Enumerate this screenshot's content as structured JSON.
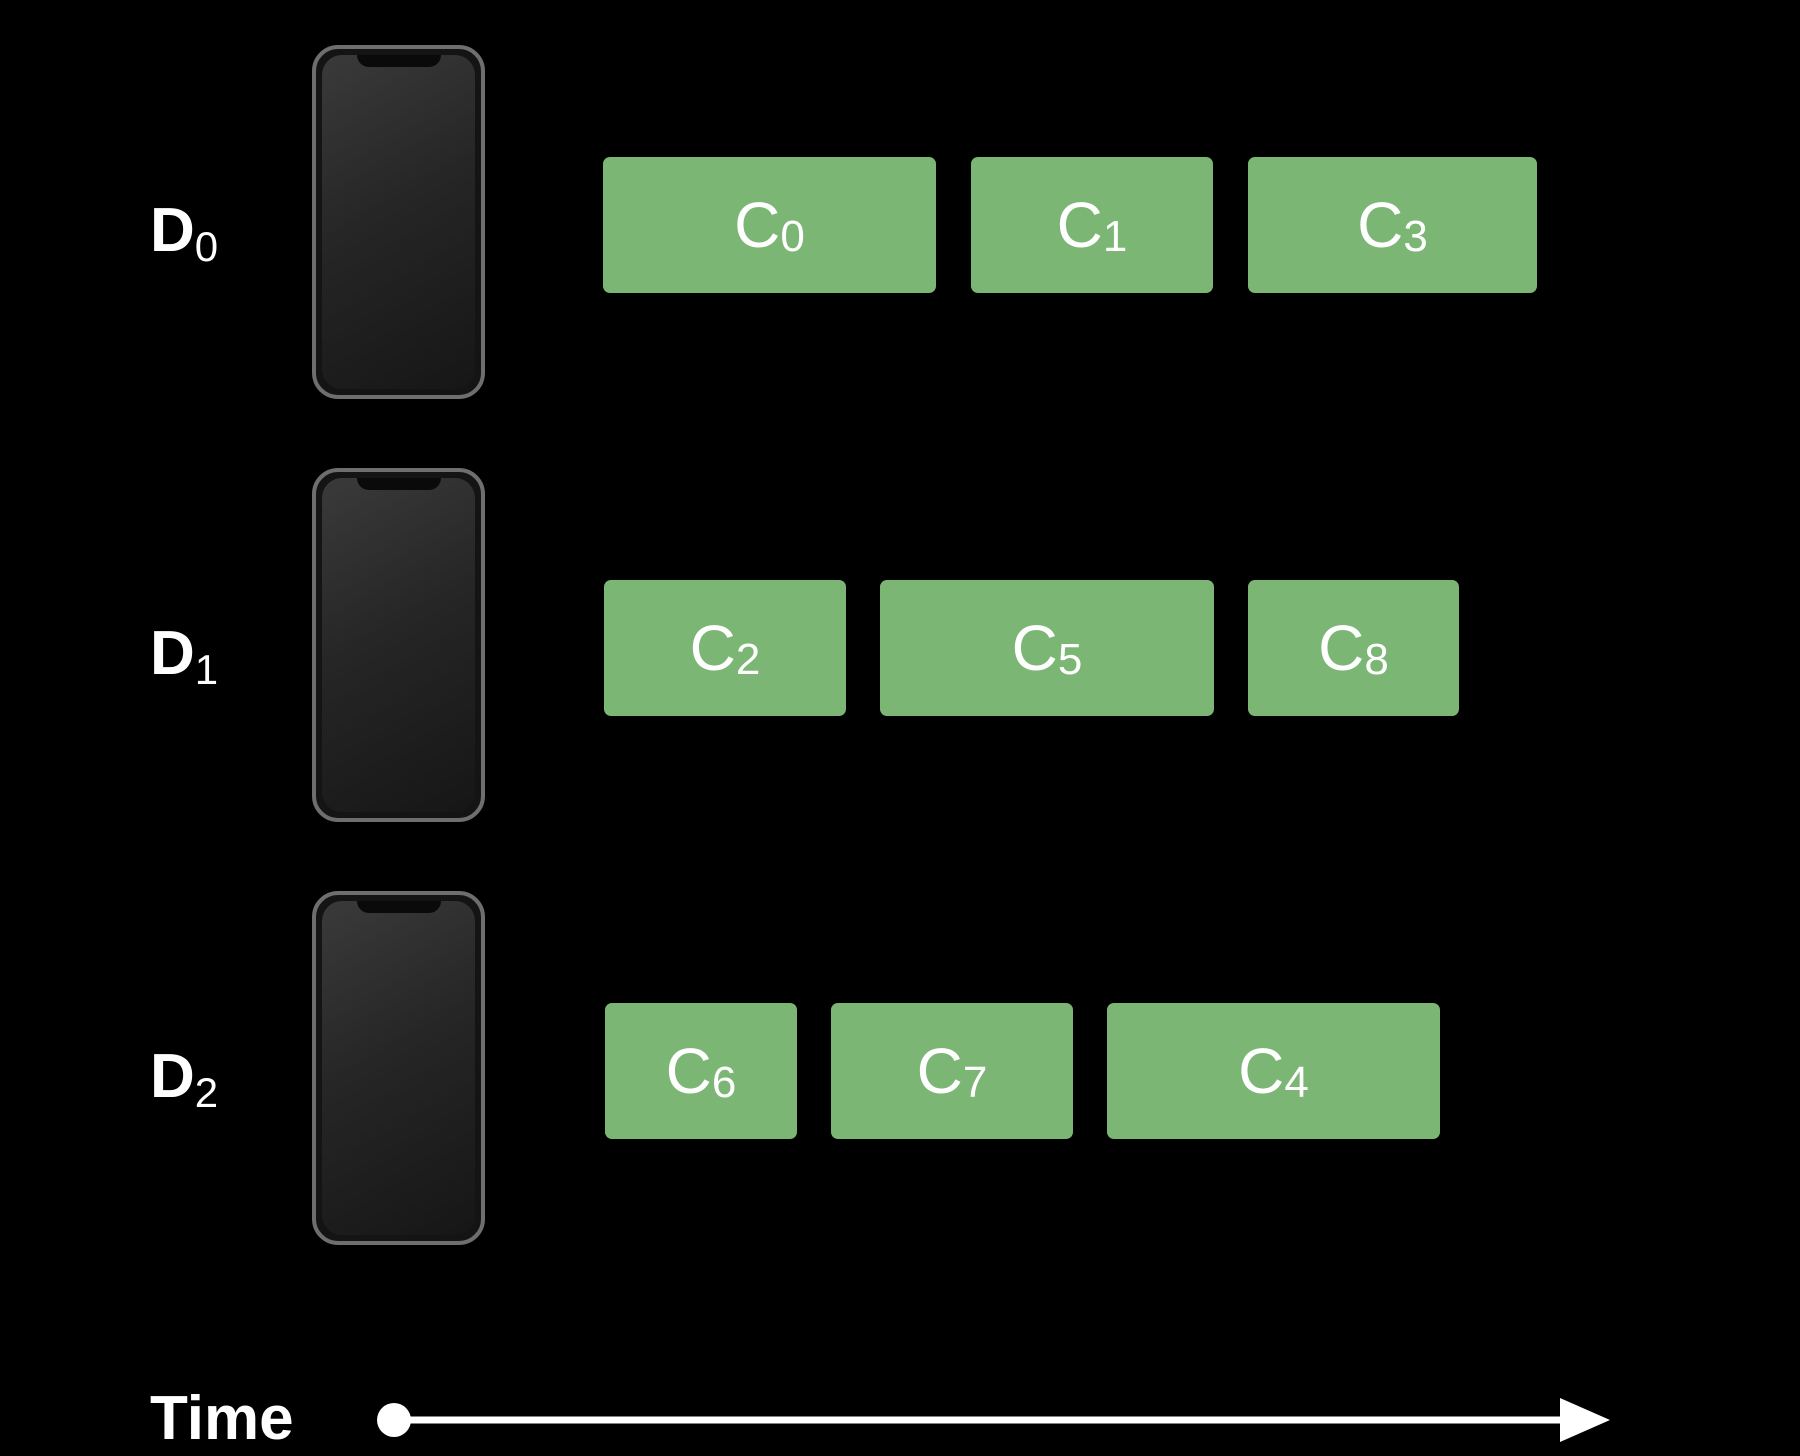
{
  "devices": [
    {
      "label": "D",
      "index": "0",
      "chunks": [
        {
          "label": "C",
          "index": "0"
        },
        {
          "label": "C",
          "index": "1"
        },
        {
          "label": "C",
          "index": "3"
        }
      ]
    },
    {
      "label": "D",
      "index": "1",
      "chunks": [
        {
          "label": "C",
          "index": "2"
        },
        {
          "label": "C",
          "index": "5"
        },
        {
          "label": "C",
          "index": "8"
        }
      ]
    },
    {
      "label": "D",
      "index": "2",
      "chunks": [
        {
          "label": "C",
          "index": "6"
        },
        {
          "label": "C",
          "index": "7"
        },
        {
          "label": "C",
          "index": "4"
        }
      ]
    }
  ],
  "axis": {
    "label": "Time"
  },
  "colors": {
    "chunk_fill": "#7cb674",
    "background": "#000000",
    "axis": "#ffffff"
  },
  "icons": {
    "device": "smartphone-icon",
    "axis_arrow": "arrow-right-icon"
  }
}
